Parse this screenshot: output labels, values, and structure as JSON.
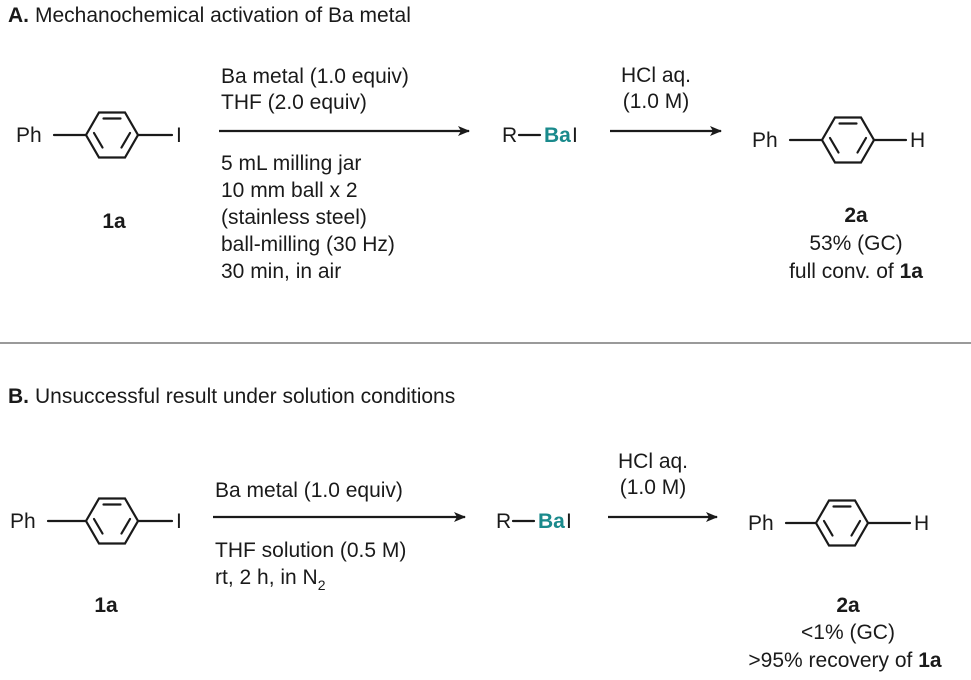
{
  "panel_a": {
    "letter": "A.",
    "title": "Mechanochemical activation of Ba metal",
    "reactant": {
      "left": "Ph",
      "right": "I",
      "label": "1a"
    },
    "arrow1_above": [
      "Ba metal (1.0 equiv)",
      "THF (2.0 equiv)"
    ],
    "arrow1_below": [
      "5 mL milling jar",
      "10 mm ball x 2",
      "(stainless steel)",
      "ball-milling (30 Hz)",
      "30 min, in air"
    ],
    "intermediate": {
      "r": "R",
      "ba": "Ba",
      "i": "I"
    },
    "arrow2_above": [
      "HCl aq.",
      "(1.0 M)"
    ],
    "product": {
      "left": "Ph",
      "right": "H",
      "label": "2a",
      "yield": "53% (GC)",
      "note_prefix": "full conv. of ",
      "note_bold": "1a"
    }
  },
  "panel_b": {
    "letter": "B.",
    "title": "Unsuccessful result under solution conditions",
    "reactant": {
      "left": "Ph",
      "right": "I",
      "label": "1a"
    },
    "arrow1_above": [
      "Ba metal (1.0 equiv)"
    ],
    "arrow1_below": [
      "THF solution (0.5 M)"
    ],
    "arrow1_below_line2_prefix": "rt, 2 h, in N",
    "arrow1_below_line2_sub": "2",
    "intermediate": {
      "r": "R",
      "ba": "Ba",
      "i": "I"
    },
    "arrow2_above": [
      "HCl aq.",
      "(1.0 M)"
    ],
    "product": {
      "left": "Ph",
      "right": "H",
      "label": "2a",
      "yield": "<1% (GC)",
      "note_prefix": ">95% recovery of ",
      "note_bold": "1a"
    }
  }
}
